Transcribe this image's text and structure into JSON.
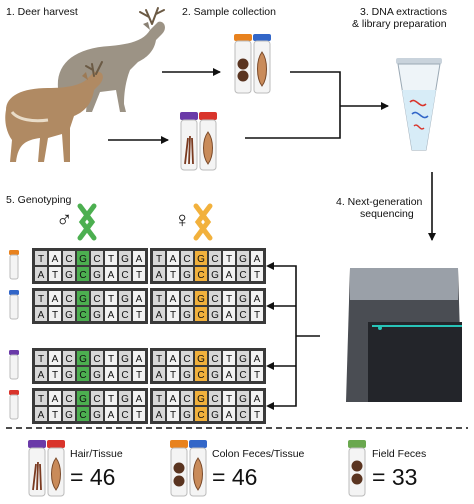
{
  "steps": {
    "step1": "1. Deer harvest",
    "step2": "2. Sample collection",
    "step3_line1": "3. DNA extractions",
    "step3_line2": "& library preparation",
    "step4_line1": "4. Next-generation",
    "step4_line2": "sequencing",
    "step5": "5. Genotyping"
  },
  "sex_symbols": {
    "male": "♂",
    "female": "♀"
  },
  "dna_sequence": {
    "top": [
      "T",
      "A",
      "C",
      "G",
      "C",
      "T",
      "G",
      "A"
    ],
    "bottom": [
      "A",
      "T",
      "G",
      "C",
      "G",
      "A",
      "C",
      "T"
    ]
  },
  "legend": [
    {
      "label": "Hair/Tissue",
      "count": "= 46"
    },
    {
      "label": "Colon Feces/Tissue",
      "count": "= 46"
    },
    {
      "label": "Field Feces",
      "count": "= 33"
    }
  ],
  "colors": {
    "male_highlight": "#4caf50",
    "female_highlight": "#f2b13c",
    "cap_purple": "#6a3aa8",
    "cap_red": "#d9342b",
    "cap_orange": "#e8821e",
    "cap_blue": "#3266c8",
    "cap_green": "#6aa84f",
    "deer": "#b08a63"
  },
  "icons": [
    "deer-icon",
    "sample-tube-icon",
    "pcr-tube-icon",
    "sequencer-icon",
    "chromosome-icon"
  ]
}
